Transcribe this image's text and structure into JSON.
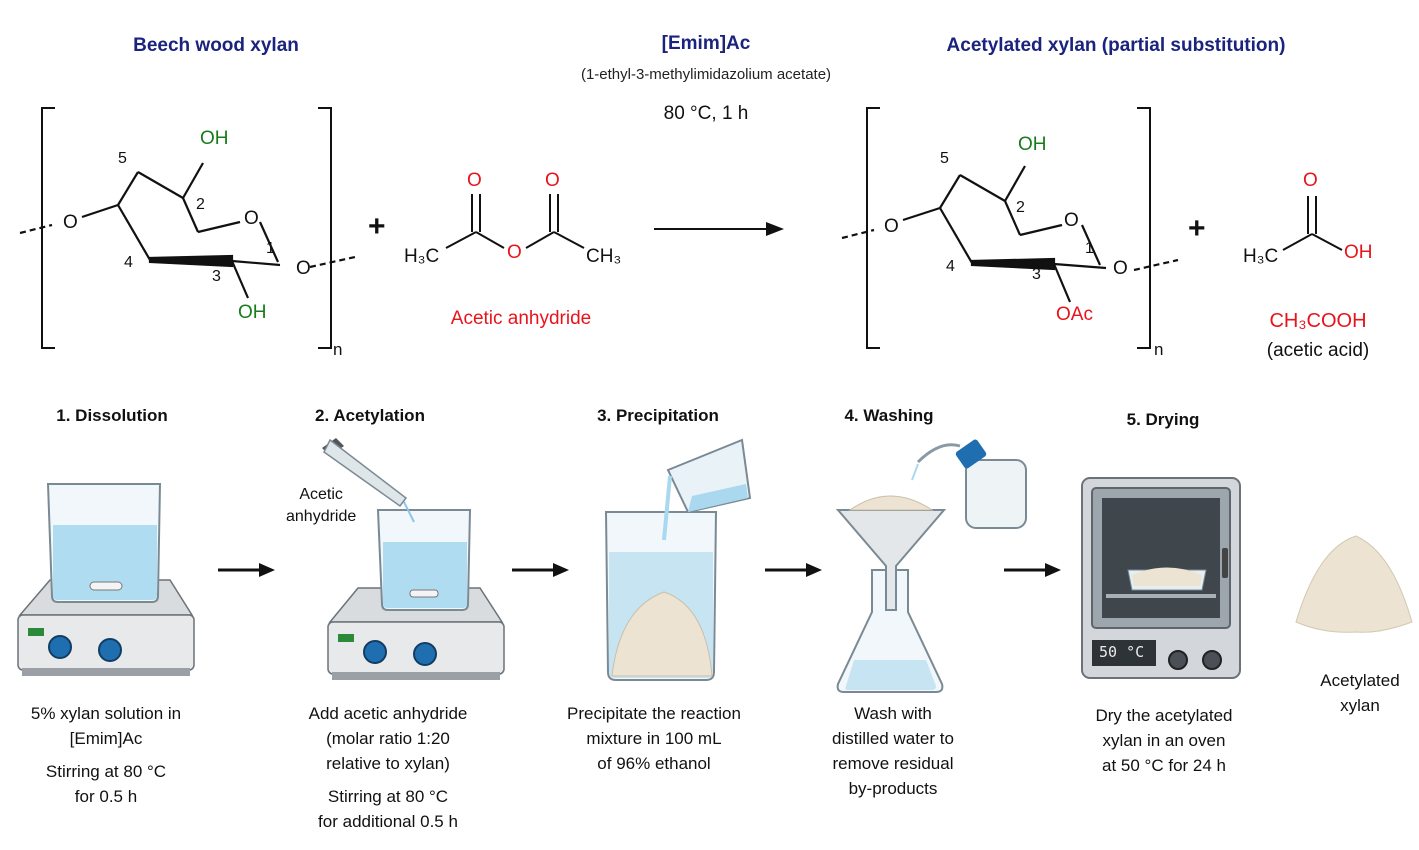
{
  "reaction": {
    "reactant_label": "Beech wood xylan",
    "solvent_label": "[Emim]Ac",
    "solvent_name": "(1-ethyl-3-methylimidazolium acetate)",
    "conditions": "80 °C, 1 h",
    "product_label": "Acetylated xylan (partial substitution)",
    "plus": "+",
    "repeat_n": "n",
    "anhydride_name": "Acetic anhydride",
    "acid_formula": "CH₃COOH",
    "acid_name": "(acetic acid)",
    "atoms": {
      "oh": "OH",
      "o": "O",
      "oac": "OAc",
      "h3c": "H₃C",
      "ch3": "CH₃",
      "pos1": "1",
      "pos2": "2",
      "pos3": "3",
      "pos4": "4",
      "pos5": "5"
    }
  },
  "steps": [
    {
      "title": "1. Dissolution",
      "desc_lines": [
        "5% xylan solution in",
        "[Emim]Ac",
        "Stirring at 80 °C",
        "for 0.5 h"
      ]
    },
    {
      "title": "2. Acetylation",
      "desc_lines": [
        "Add acetic anhydride",
        "(molar ratio 1:20",
        "relative to xylan)",
        "Stirring at 80 °C",
        "for additional 0.5 h"
      ],
      "callout_lines": [
        "Acetic",
        "anhydride"
      ]
    },
    {
      "title": "3. Precipitation",
      "desc_lines": [
        "Precipitate the reaction",
        "mixture in 100 mL",
        "of 96% ethanol"
      ]
    },
    {
      "title": "4. Washing",
      "desc_lines": [
        "Wash with",
        "distilled water to",
        "remove residual",
        "by-products"
      ]
    },
    {
      "title": "5. Drying",
      "desc_lines": [
        "Dry the acetylated",
        "xylan in an oven",
        "at 50 °C for 24 h"
      ],
      "oven_display": "50 °C"
    }
  ],
  "product": {
    "label_lines": [
      "Acetylated",
      "xylan"
    ]
  },
  "colors": {
    "header_blue": "#1a237e",
    "oxygen_red": "#e8141c",
    "hydroxyl_green": "#177d1a",
    "liquid_blue": "#a9d8ef",
    "knob_blue": "#1f6fb0",
    "powder": "#ece3d2"
  },
  "icons": [
    "hotplate-stirrer-icon",
    "beaker-icon",
    "dropper-icon",
    "pouring-cup-icon",
    "funnel-icon",
    "erlenmeyer-flask-icon",
    "wash-bottle-icon",
    "oven-icon",
    "powder-pile-icon",
    "arrow-right-icon"
  ]
}
